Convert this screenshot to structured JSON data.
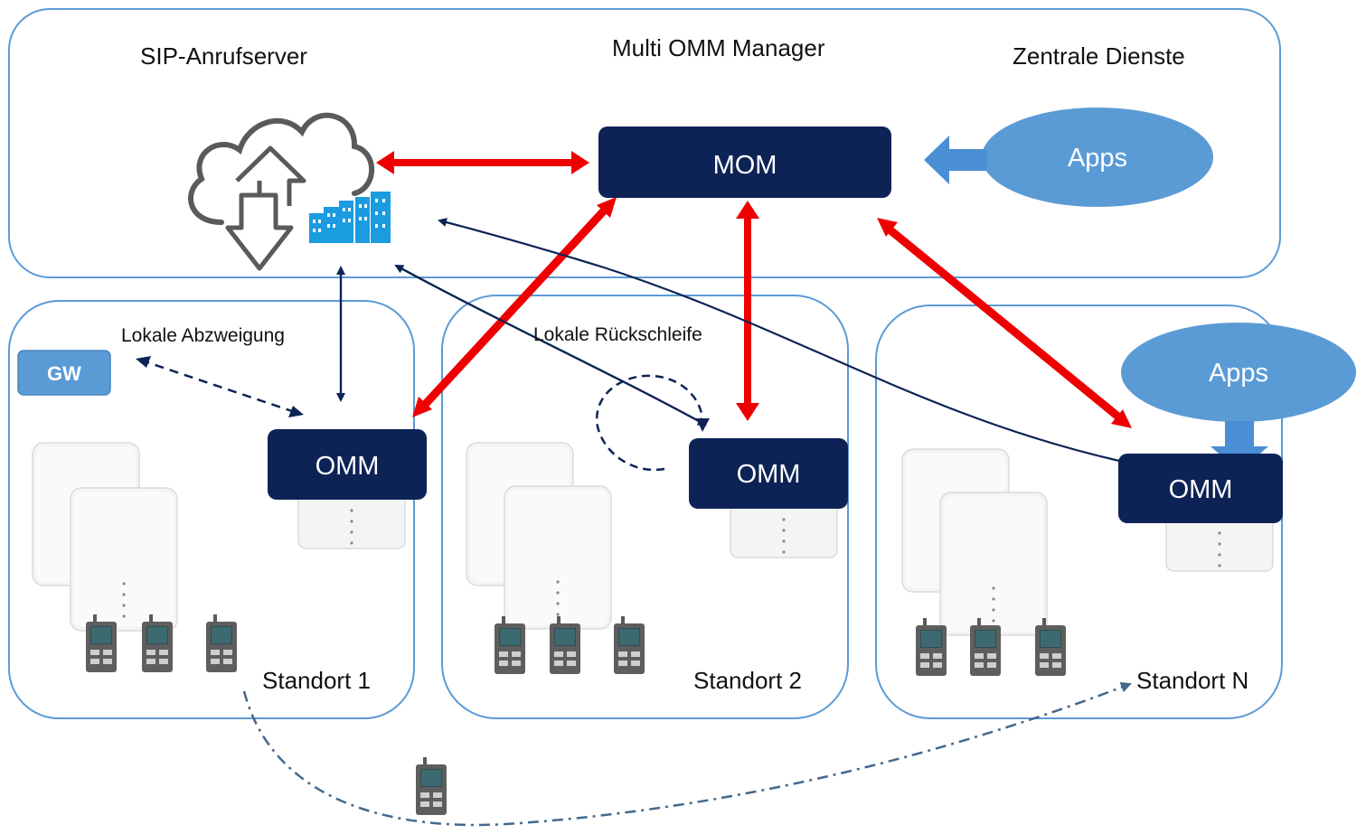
{
  "central": {
    "sip_label": "SIP-Anrufserver",
    "mom_manager_label": "Multi OMM Manager",
    "services_label": "Zentrale Dienste",
    "mom_box": "MOM",
    "apps": "Apps"
  },
  "sites": [
    {
      "label": "Standort 1",
      "omm": "OMM",
      "gw": "GW",
      "note": "Lokale Abzweigung"
    },
    {
      "label": "Standort 2",
      "omm": "OMM",
      "note": "Lokale Rückschleife"
    },
    {
      "label": "Standort N",
      "omm": "OMM",
      "apps": "Apps"
    }
  ],
  "colors": {
    "border": "#5B9BD5",
    "dark_box": "#0D2356",
    "red_arrow": "#EE0000",
    "navy_line": "#0D2356",
    "apps_fill": "#5B9BD5",
    "dashdot": "#44688C"
  }
}
